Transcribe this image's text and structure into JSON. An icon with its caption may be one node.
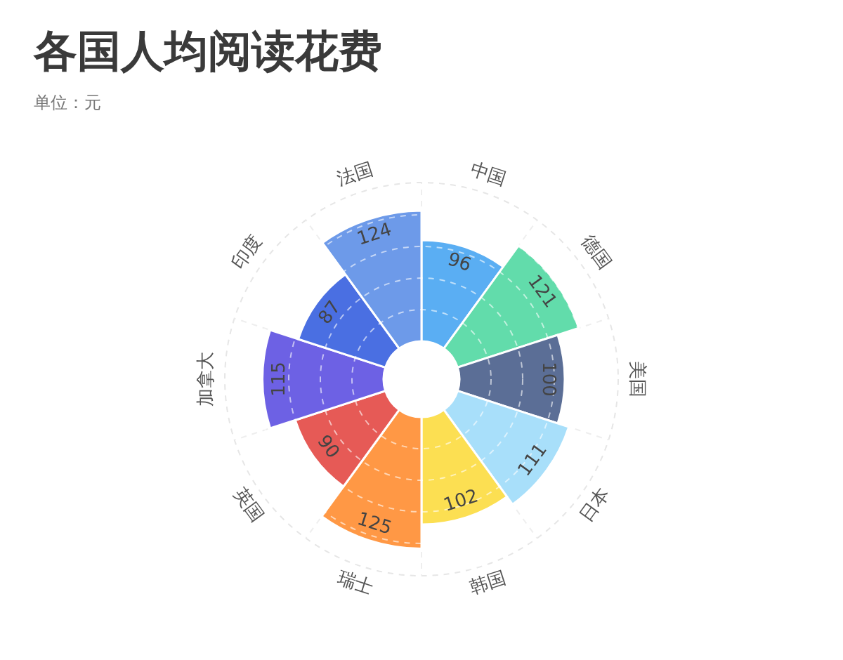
{
  "diagram": {
    "title": "各国人均阅读花费",
    "labels": [
      "单位：元",
      "中国",
      "96",
      "德国",
      "121",
      "美国",
      "100",
      "日本",
      "111",
      "韩国",
      "102",
      "瑞士",
      "125",
      "英国",
      "90",
      "加拿大",
      "115",
      "印度",
      "87",
      "法国",
      "124"
    ]
  }
}
